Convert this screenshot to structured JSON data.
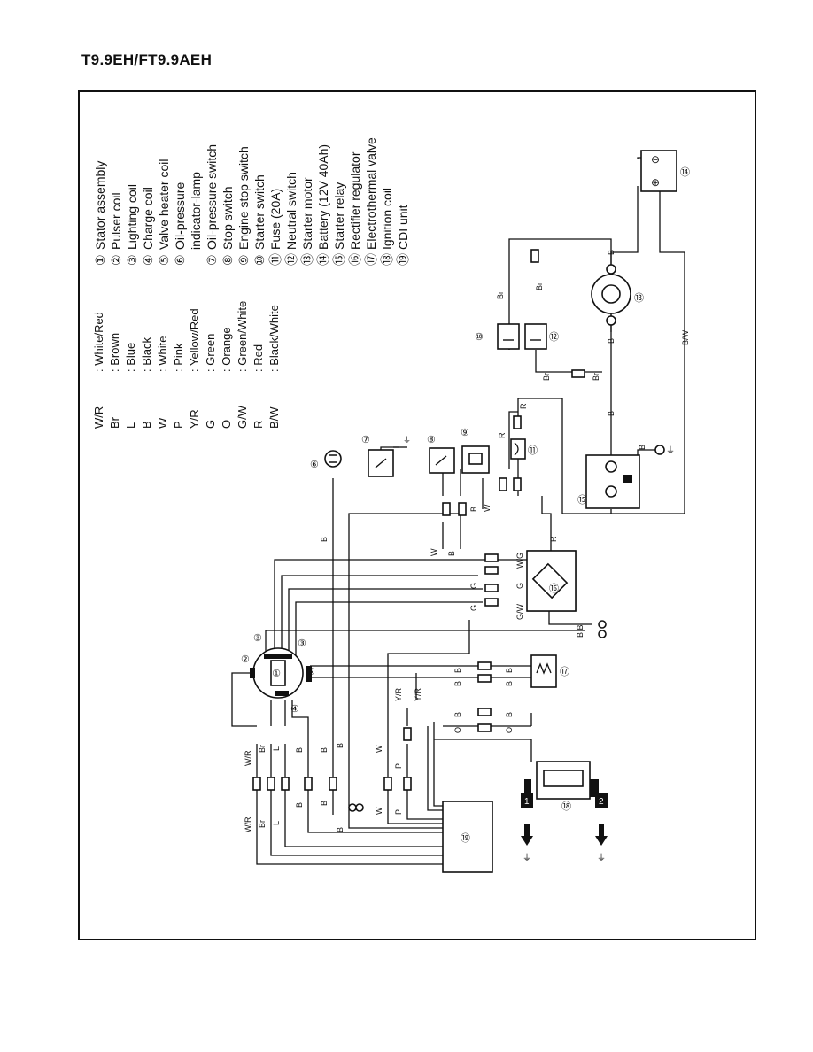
{
  "page": {
    "title": "T9.9EH/FT9.9AEH"
  },
  "color_codes": [
    {
      "code": "W/R",
      "name": ": White/Red"
    },
    {
      "code": "Br",
      "name": ": Brown"
    },
    {
      "code": "L",
      "name": ": Blue"
    },
    {
      "code": "B",
      "name": ": Black"
    },
    {
      "code": "W",
      "name": ": White"
    },
    {
      "code": "P",
      "name": ": Pink"
    },
    {
      "code": "Y/R",
      "name": ": Yellow/Red"
    },
    {
      "code": "G",
      "name": ": Green"
    },
    {
      "code": "O",
      "name": ": Orange"
    },
    {
      "code": "G/W",
      "name": ": Green/White"
    },
    {
      "code": "R",
      "name": ": Red"
    },
    {
      "code": "B/W",
      "name": ": Black/White"
    }
  ],
  "components": [
    {
      "no": "①",
      "name": "Stator assembly"
    },
    {
      "no": "②",
      "name": "Pulser coil"
    },
    {
      "no": "③",
      "name": "Lighting coil"
    },
    {
      "no": "④",
      "name": "Charge coil"
    },
    {
      "no": "⑤",
      "name": "Valve heater coil"
    },
    {
      "no": "⑥",
      "name": "Oil-pressure"
    },
    {
      "no": "",
      "name": "indicator-lamp"
    },
    {
      "no": "⑦",
      "name": "Oil-pressure switch"
    },
    {
      "no": "⑧",
      "name": "Stop switch"
    },
    {
      "no": "⑨",
      "name": "Engine stop switch"
    },
    {
      "no": "⑩",
      "name": "Starter switch"
    },
    {
      "no": "⑪",
      "name": "Fuse (20A)"
    },
    {
      "no": "⑫",
      "name": "Neutral switch"
    },
    {
      "no": "⑬",
      "name": "Starter motor"
    },
    {
      "no": "⑭",
      "name": "Battery (12V 40Ah)"
    },
    {
      "no": "⑮",
      "name": "Starter relay"
    },
    {
      "no": "⑯",
      "name": "Rectifier regulator"
    },
    {
      "no": "⑰",
      "name": "Electrothermal valve"
    },
    {
      "no": "⑱",
      "name": "Ignition coil"
    },
    {
      "no": "⑲",
      "name": "CDI unit"
    }
  ],
  "markers": {
    "n1": "①",
    "n2": "②",
    "n3": "③",
    "n4": "④",
    "n5": "⑤",
    "n6": "⑥",
    "n7": "⑦",
    "n8": "⑧",
    "n9": "⑨",
    "n10": "⑩",
    "n11": "⑪",
    "n12": "⑫",
    "n13": "⑬",
    "n14": "⑭",
    "n15": "⑮",
    "n16": "⑯",
    "n17": "⑰",
    "n18": "⑱",
    "n19": "⑲",
    "plug1": "1",
    "plug2": "2",
    "plus": "⊕",
    "minus": "⊖"
  },
  "wire_labels": {
    "WR": "W/R",
    "Br": "Br",
    "L": "L",
    "B": "B",
    "W": "W",
    "P": "P",
    "YR": "Y/R",
    "G": "G",
    "O": "O",
    "GW": "G/W",
    "WG": "W/G",
    "R": "R",
    "BW": "B/W",
    "BB": "B B"
  }
}
